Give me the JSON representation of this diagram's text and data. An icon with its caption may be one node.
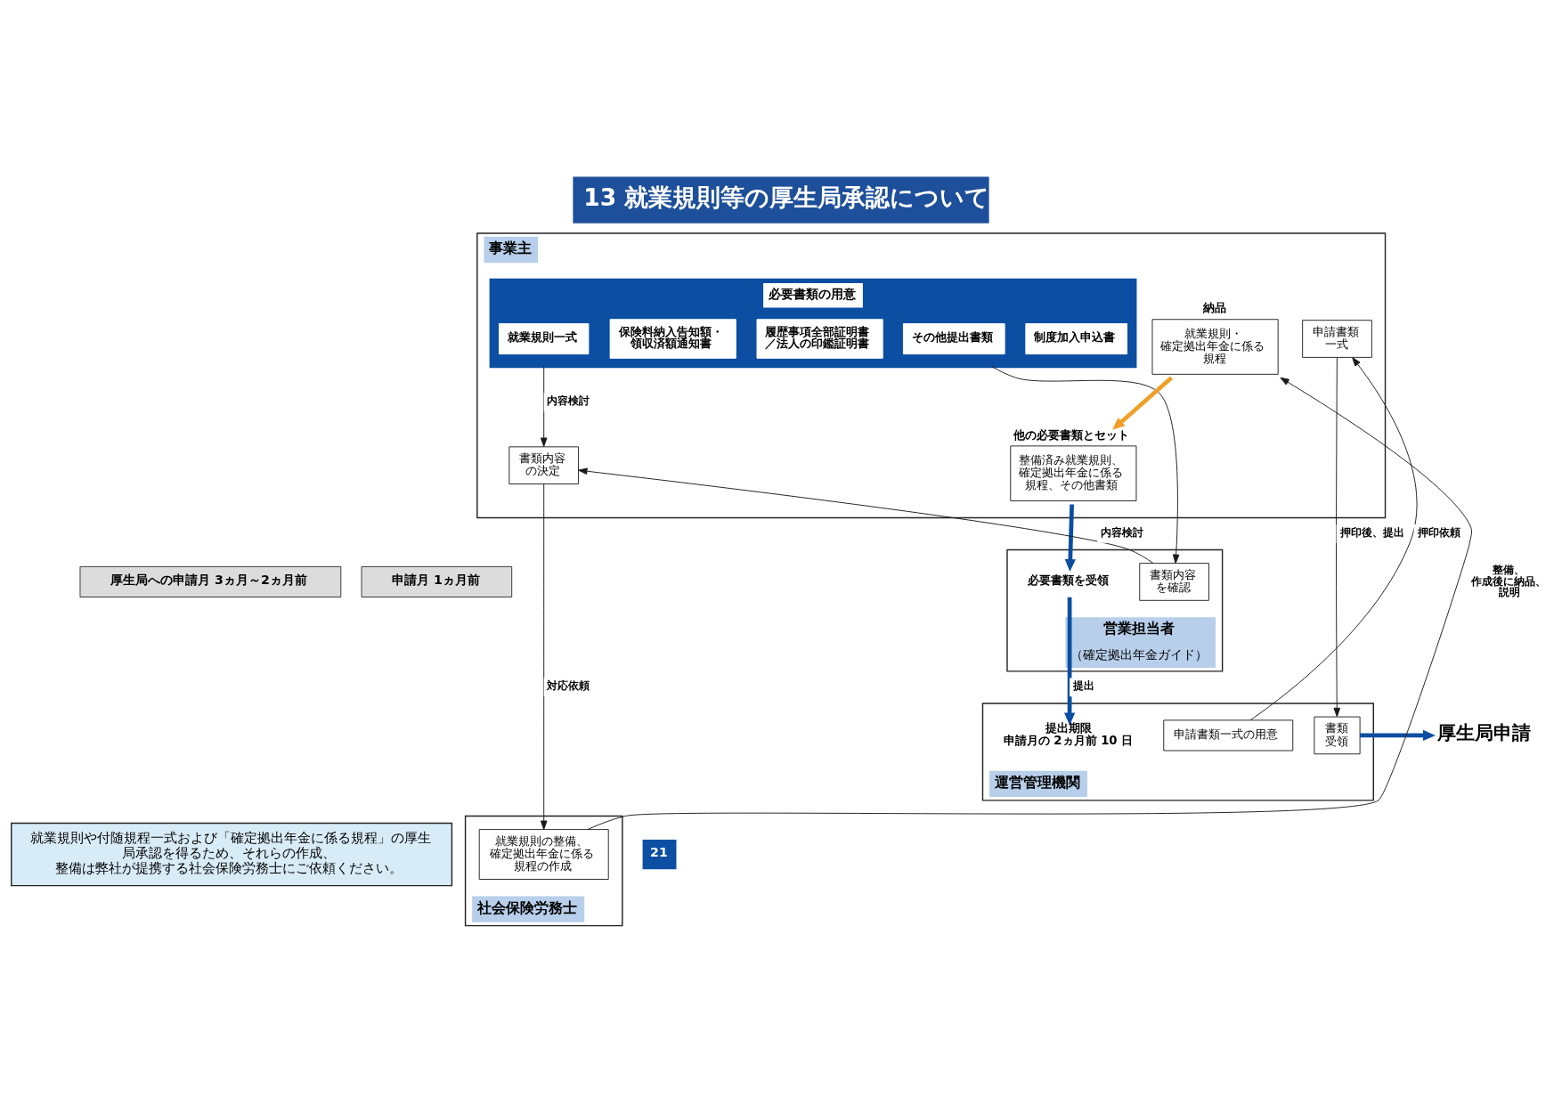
{
  "diagram": {
    "title": "13 就業規則等の厚生局承認について",
    "nodes": [
      {
        "text": [
          "就業規則や付随規程一式および「確定拠出年金に係る規程」の厚生局承認を得るため、それらの作成、整備は弊社が提携する社会保険労務士にご依頼ください。"
        ]
      },
      {
        "text": [
          "厚生局への申請月 3ヵ月～2ヵ月前"
        ]
      },
      {
        "text": [
          "申請月 1ヵ月前"
        ]
      },
      {
        "text": [
          "事業主"
        ]
      },
      {
        "text": [
          "必要書類の用意"
        ],
        "in": 3
      },
      {
        "text": [
          "制度加入申込書"
        ],
        "in": 4
      },
      {
        "text": [
          "就業規則一式"
        ],
        "in": 4
      },
      {
        "text": [
          "履歴事項全部証明書／法人の印鑑証明書"
        ],
        "in": 4
      },
      {
        "text": [
          "保険料納入告知額・領収済額通知書"
        ],
        "in": 4
      },
      {
        "text": [
          "その他提出書類"
        ],
        "in": 4
      },
      {
        "text": [
          "書類内容の決定"
        ],
        "in": 3
      },
      {
        "text": [
          "納品",
          "就業規則・確定拠出年金に係る規程"
        ],
        "in": 3
      },
      {
        "text": [
          "他の必要書類とセット",
          "整備済み就業規則、確定拠出年金に係る規程、その他書類"
        ],
        "in": 3
      },
      {
        "text": [
          "申請書類一式"
        ],
        "in": 3
      },
      {
        "text": [
          "営業担当者",
          "（確定拠出年金ガイド）"
        ]
      },
      {
        "text": [
          "書類内容を確認"
        ],
        "in": 14
      },
      {
        "text": [
          "必要書類を受領"
        ],
        "in": 14
      },
      {
        "text": [
          "運営管理機関"
        ]
      },
      {
        "text": [
          "提出期限",
          "申請月の 2ヵ月前 10 日"
        ],
        "in": 17
      },
      {
        "text": [
          "申請書類一式の用意"
        ],
        "in": 17
      },
      {
        "text": [
          "書類受領"
        ],
        "in": 17
      },
      {
        "text": [
          "社会保険労務士"
        ]
      },
      {
        "text": [
          "就業規則の整備、確定拠出年金に係る規程の作成"
        ],
        "in": 21
      },
      {
        "text": [
          "厚生局申請"
        ]
      }
    ],
    "edges": [
      {
        "from": 4,
        "to": 15,
        "arrow": "to"
      },
      {
        "from": 4,
        "to": 10,
        "arrow": "to",
        "label": "内容検討"
      },
      {
        "from": 15,
        "to": 10,
        "arrow": "to",
        "label": "内容検討"
      },
      {
        "from": 10,
        "to": 22,
        "arrow": "to",
        "label": "対応依頼"
      },
      {
        "from": 22,
        "to": 11,
        "arrow": "to",
        "label": "整備、作成後に納品、説明"
      },
      {
        "from": 11,
        "to": 12,
        "arrow": "to",
        "style": "thick",
        "color": "#f0a028"
      },
      {
        "from": 12,
        "to": 16,
        "arrow": "to",
        "style": "thick",
        "color": "#0b4ea2"
      },
      {
        "from": 16,
        "to": 18,
        "arrow": "to",
        "label": "提出",
        "style": "thick",
        "color": "#0b4ea2"
      },
      {
        "from": 19,
        "to": 13,
        "arrow": "to",
        "label": "押印依頼"
      },
      {
        "from": 13,
        "to": 20,
        "arrow": "to",
        "label": "押印後、提出"
      },
      {
        "from": 20,
        "to": 23,
        "arrow": "to",
        "style": "thick",
        "color": "#0b4ea2"
      }
    ],
    "labels": [
      "21"
    ]
  }
}
